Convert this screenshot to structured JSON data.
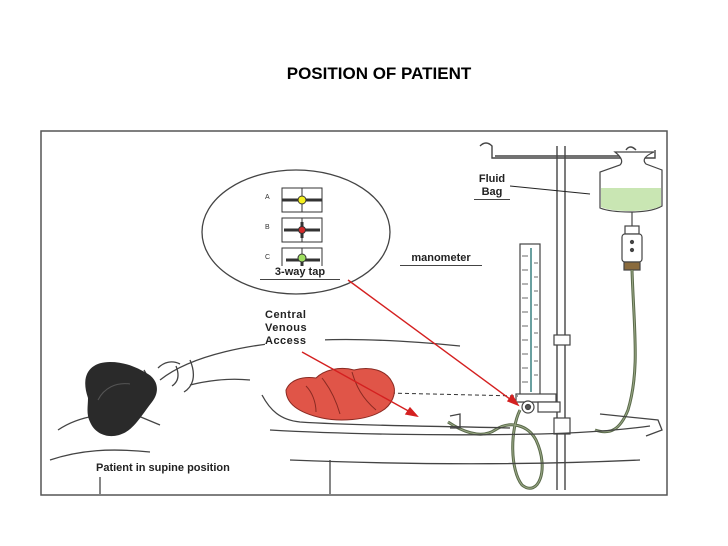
{
  "title": "POSITION OF PATIENT",
  "labels": {
    "fluid_bag": "Fluid Bag",
    "manometer": "manometer",
    "three_way_tap": "3-way tap",
    "central_venous_access": "Central Venous Access",
    "patient_position": "Patient in supine position"
  },
  "tap_positions": [
    "A",
    "B",
    "C"
  ],
  "colors": {
    "arrow": "#d42020",
    "heart": "#e05548",
    "hair": "#2a2a2a",
    "tubing": "#5a6a4a",
    "fluid": "#c9e6b3",
    "tap_a": "#f5f01e",
    "tap_b": "#d42a2a",
    "tap_c": "#9fe060"
  }
}
